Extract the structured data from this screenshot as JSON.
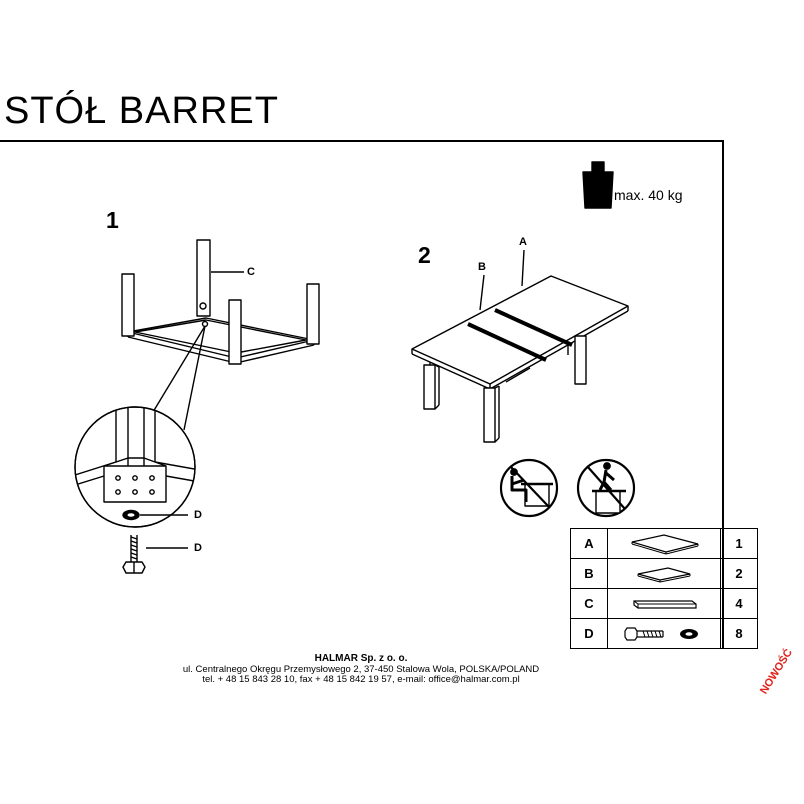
{
  "title": "STÓŁ BARRET",
  "step1": {
    "number": "1",
    "callouts": {
      "c": "C",
      "d_washer": "D",
      "d_bolt": "D"
    }
  },
  "step2": {
    "number": "2",
    "callouts": {
      "a": "A",
      "b": "B"
    }
  },
  "max_load": {
    "label": "max. 40 kg",
    "icon": "weight-icon"
  },
  "warnings": [
    {
      "icon": "no-sitting-icon"
    },
    {
      "icon": "no-standing-icon"
    }
  ],
  "parts": [
    {
      "label": "A",
      "icon": "table-top-panel-icon",
      "qty": "1"
    },
    {
      "label": "B",
      "icon": "extension-panel-icon",
      "qty": "2"
    },
    {
      "label": "C",
      "icon": "leg-icon",
      "qty": "4"
    },
    {
      "label": "D",
      "icon": "bolt-and-washer-icon",
      "qty": "8"
    }
  ],
  "footer": {
    "company": "HALMAR Sp. z o. o.",
    "address": "ul. Centralnego Okręgu Przemysłowego 2, 37-450 Stalowa Wola, POLSKA/POLAND",
    "contact": "tel. + 48 15 843 28 10, fax + 48 15 842 19 57, e-mail: office@halmar.com.pl"
  },
  "badge": "NOWOŚĆ",
  "colors": {
    "ink": "#000000",
    "badge": "#e2231a"
  }
}
